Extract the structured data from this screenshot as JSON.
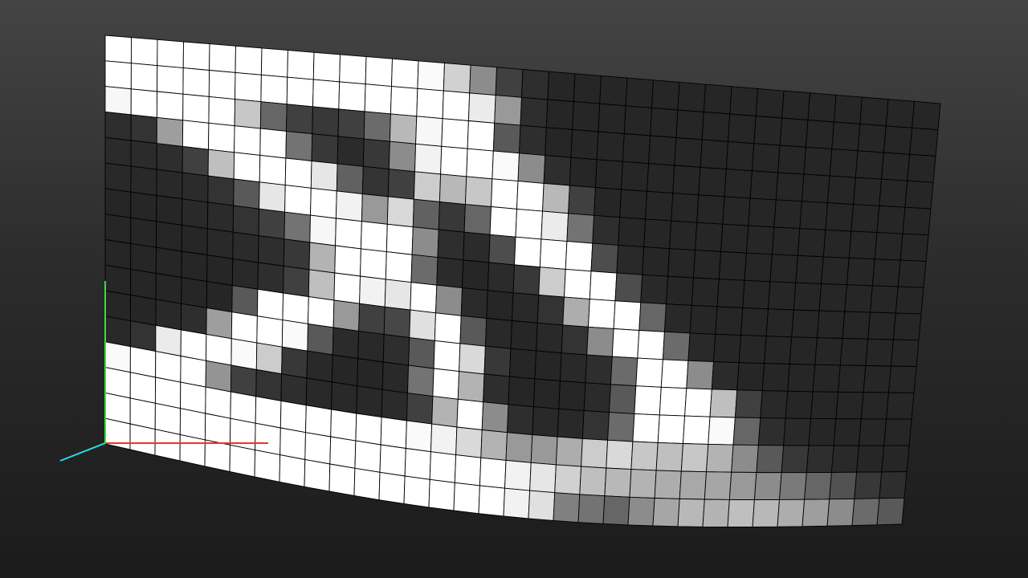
{
  "viewport": {
    "background_top": "#444444",
    "background_bottom": "#1b1b1b"
  },
  "mesh": {
    "columns": 32,
    "rows": 16,
    "cell_values": [
      [
        1.0,
        1.0,
        1.0,
        1.0,
        1.0,
        1.0,
        1.0,
        1.0,
        1.0,
        1.0,
        1.0,
        1.0,
        0.98,
        0.82,
        0.55,
        0.25,
        0.18,
        0.15,
        0.15,
        0.15,
        0.15,
        0.15,
        0.15,
        0.15,
        0.15,
        0.15,
        0.15,
        0.15,
        0.15,
        0.15,
        0.15,
        0.15
      ],
      [
        1.0,
        1.0,
        1.0,
        1.0,
        1.0,
        1.0,
        1.0,
        1.0,
        1.0,
        1.0,
        1.0,
        1.0,
        1.0,
        1.0,
        0.92,
        0.6,
        0.18,
        0.15,
        0.15,
        0.15,
        0.15,
        0.15,
        0.15,
        0.15,
        0.15,
        0.15,
        0.15,
        0.15,
        0.15,
        0.15,
        0.15,
        0.15
      ],
      [
        0.97,
        1.0,
        1.0,
        1.0,
        1.0,
        0.78,
        0.4,
        0.25,
        0.22,
        0.25,
        0.42,
        0.72,
        0.97,
        1.0,
        1.0,
        0.35,
        0.18,
        0.15,
        0.15,
        0.15,
        0.15,
        0.15,
        0.15,
        0.15,
        0.15,
        0.15,
        0.15,
        0.15,
        0.15,
        0.15,
        0.15,
        0.15
      ],
      [
        0.18,
        0.2,
        0.62,
        1.0,
        1.0,
        1.0,
        1.0,
        0.45,
        0.22,
        0.17,
        0.22,
        0.55,
        0.95,
        1.0,
        1.0,
        0.98,
        0.55,
        0.18,
        0.15,
        0.15,
        0.15,
        0.15,
        0.15,
        0.15,
        0.15,
        0.15,
        0.15,
        0.15,
        0.15,
        0.15,
        0.15,
        0.15
      ],
      [
        0.17,
        0.17,
        0.18,
        0.25,
        0.75,
        1.0,
        1.0,
        1.0,
        0.9,
        0.38,
        0.2,
        0.25,
        0.8,
        0.72,
        0.78,
        1.0,
        1.0,
        0.72,
        0.25,
        0.15,
        0.15,
        0.15,
        0.15,
        0.15,
        0.15,
        0.15,
        0.15,
        0.15,
        0.15,
        0.15,
        0.15,
        0.15
      ],
      [
        0.16,
        0.16,
        0.16,
        0.17,
        0.2,
        0.35,
        0.9,
        1.0,
        1.0,
        0.95,
        0.6,
        0.85,
        0.38,
        0.22,
        0.4,
        1.0,
        1.0,
        0.92,
        0.45,
        0.18,
        0.15,
        0.15,
        0.15,
        0.15,
        0.15,
        0.15,
        0.15,
        0.15,
        0.15,
        0.15,
        0.15,
        0.15
      ],
      [
        0.15,
        0.15,
        0.15,
        0.16,
        0.17,
        0.2,
        0.25,
        0.45,
        0.97,
        1.0,
        1.0,
        1.0,
        0.55,
        0.18,
        0.17,
        0.3,
        1.0,
        1.0,
        1.0,
        0.3,
        0.16,
        0.15,
        0.15,
        0.15,
        0.15,
        0.15,
        0.15,
        0.15,
        0.15,
        0.15,
        0.15,
        0.15
      ],
      [
        0.15,
        0.15,
        0.15,
        0.15,
        0.16,
        0.17,
        0.18,
        0.22,
        0.7,
        1.0,
        1.0,
        1.0,
        0.42,
        0.17,
        0.15,
        0.17,
        0.22,
        0.8,
        1.0,
        1.0,
        0.3,
        0.16,
        0.15,
        0.15,
        0.15,
        0.15,
        0.15,
        0.15,
        0.15,
        0.15,
        0.15,
        0.15
      ],
      [
        0.15,
        0.15,
        0.15,
        0.15,
        0.15,
        0.16,
        0.18,
        0.25,
        0.75,
        1.0,
        0.95,
        0.9,
        1.0,
        0.55,
        0.17,
        0.15,
        0.16,
        0.2,
        0.68,
        1.0,
        1.0,
        0.4,
        0.16,
        0.15,
        0.15,
        0.15,
        0.15,
        0.15,
        0.15,
        0.15,
        0.15,
        0.15
      ],
      [
        0.15,
        0.15,
        0.15,
        0.15,
        0.15,
        0.35,
        1.0,
        1.0,
        1.0,
        0.6,
        0.25,
        0.28,
        0.88,
        1.0,
        0.35,
        0.16,
        0.15,
        0.16,
        0.2,
        0.55,
        1.0,
        1.0,
        0.42,
        0.16,
        0.15,
        0.15,
        0.15,
        0.15,
        0.15,
        0.15,
        0.15,
        0.15
      ],
      [
        0.15,
        0.15,
        0.16,
        0.18,
        0.62,
        1.0,
        1.0,
        0.98,
        0.35,
        0.17,
        0.16,
        0.18,
        0.35,
        1.0,
        0.85,
        0.22,
        0.15,
        0.15,
        0.16,
        0.18,
        0.42,
        1.0,
        1.0,
        0.55,
        0.17,
        0.15,
        0.15,
        0.15,
        0.15,
        0.15,
        0.15,
        0.15
      ],
      [
        0.16,
        0.2,
        0.92,
        1.0,
        1.0,
        0.98,
        0.8,
        0.22,
        0.16,
        0.15,
        0.15,
        0.16,
        0.45,
        1.0,
        0.7,
        0.18,
        0.15,
        0.15,
        0.15,
        0.17,
        0.35,
        1.0,
        1.0,
        1.0,
        0.75,
        0.25,
        0.16,
        0.15,
        0.15,
        0.15,
        0.15,
        0.15
      ],
      [
        0.98,
        1.0,
        1.0,
        1.0,
        0.58,
        0.25,
        0.2,
        0.18,
        0.16,
        0.16,
        0.16,
        0.17,
        0.25,
        0.7,
        1.0,
        0.55,
        0.18,
        0.16,
        0.16,
        0.2,
        0.42,
        1.0,
        1.0,
        1.0,
        0.98,
        0.4,
        0.18,
        0.16,
        0.15,
        0.15,
        0.15,
        0.15
      ],
      [
        1.0,
        1.0,
        1.0,
        1.0,
        1.0,
        1.0,
        1.0,
        1.0,
        1.0,
        1.0,
        1.0,
        1.0,
        0.98,
        0.95,
        0.85,
        0.7,
        0.6,
        0.6,
        0.68,
        0.8,
        0.85,
        0.78,
        0.75,
        0.78,
        0.7,
        0.55,
        0.35,
        0.22,
        0.18,
        0.16,
        0.15,
        0.15
      ],
      [
        1.0,
        1.0,
        1.0,
        1.0,
        1.0,
        1.0,
        1.0,
        1.0,
        1.0,
        1.0,
        1.0,
        1.0,
        1.0,
        1.0,
        1.0,
        1.0,
        0.95,
        0.9,
        0.82,
        0.75,
        0.72,
        0.7,
        0.68,
        0.66,
        0.65,
        0.6,
        0.55,
        0.48,
        0.4,
        0.32,
        0.22,
        0.18
      ],
      [
        1.0,
        1.0,
        1.0,
        1.0,
        1.0,
        1.0,
        1.0,
        1.0,
        1.0,
        1.0,
        1.0,
        1.0,
        1.0,
        1.0,
        1.0,
        1.0,
        0.95,
        0.88,
        0.5,
        0.45,
        0.4,
        0.55,
        0.65,
        0.72,
        0.7,
        0.75,
        0.72,
        0.68,
        0.62,
        0.55,
        0.42,
        0.35
      ]
    ]
  },
  "axes": {
    "x_color": "#ff2a2a",
    "y_color": "#22ee22",
    "z_color": "#22e0e8"
  }
}
